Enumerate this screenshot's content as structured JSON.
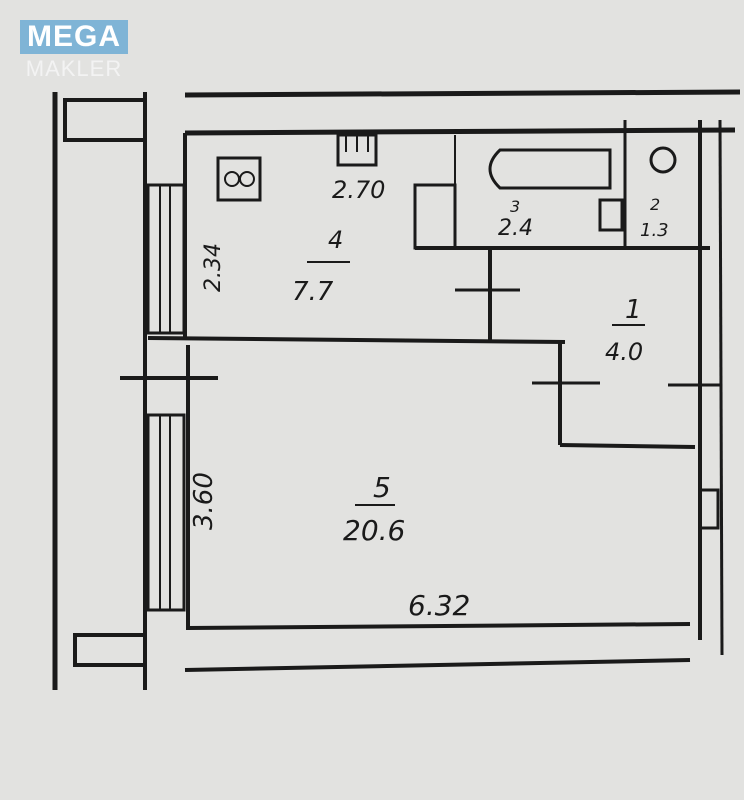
{
  "logo": {
    "top": "MEGA",
    "bottom": "MAKLER",
    "color": "#7fb4d6"
  },
  "plan": {
    "kitchen": {
      "number": "4",
      "area": "7.7",
      "width": "2.70",
      "depth": "2.34"
    },
    "bathroom": {
      "number": "3",
      "area": "2.4"
    },
    "toilet": {
      "number": "2",
      "area": "1.3"
    },
    "hall": {
      "number": "1",
      "area": "4.0"
    },
    "room": {
      "number": "5",
      "area": "20.6",
      "depth": "3.60",
      "width": "6.32"
    }
  },
  "colors": {
    "paper": "#e2e2e0",
    "ink": "#1a1a1a"
  }
}
